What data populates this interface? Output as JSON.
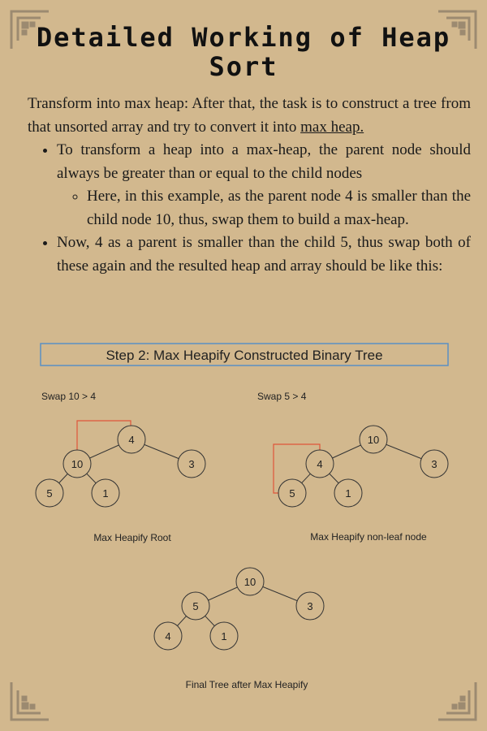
{
  "title": "Detailed Working of Heap Sort",
  "intro": {
    "text": "Transform into max heap: After that, the task is to construct a tree from that unsorted array and try to convert it into ",
    "link": "max heap."
  },
  "bullets": [
    {
      "text": "To transform a heap into a max-heap, the parent node should always be greater than or equal to the child nodes",
      "sub": "Here, in this example, as the parent node 4 is smaller than the child node 10, thus, swap them to build a max-heap."
    },
    {
      "text": "Now, 4 as a parent is smaller than the child 5, thus swap both of these again and the resulted heap and array should be like this:"
    }
  ],
  "diagram": {
    "header": "Step 2: Max Heapify Constructed Binary Tree",
    "tree1": {
      "swap_label": "Swap 10 > 4",
      "caption": "Max Heapify Root",
      "nodes": [
        "4",
        "10",
        "3",
        "5",
        "1"
      ]
    },
    "tree2": {
      "swap_label": "Swap 5 > 4",
      "caption": "Max Heapify non-leaf node",
      "nodes": [
        "10",
        "4",
        "3",
        "5",
        "1"
      ]
    },
    "tree3": {
      "caption": "Final Tree after Max Heapify",
      "nodes": [
        "10",
        "5",
        "3",
        "4",
        "1"
      ]
    }
  },
  "colors": {
    "background": "#d2b88e",
    "header_border": "#5b8fc4",
    "swap_arrow": "#e0553a",
    "node_stroke": "#333333"
  }
}
